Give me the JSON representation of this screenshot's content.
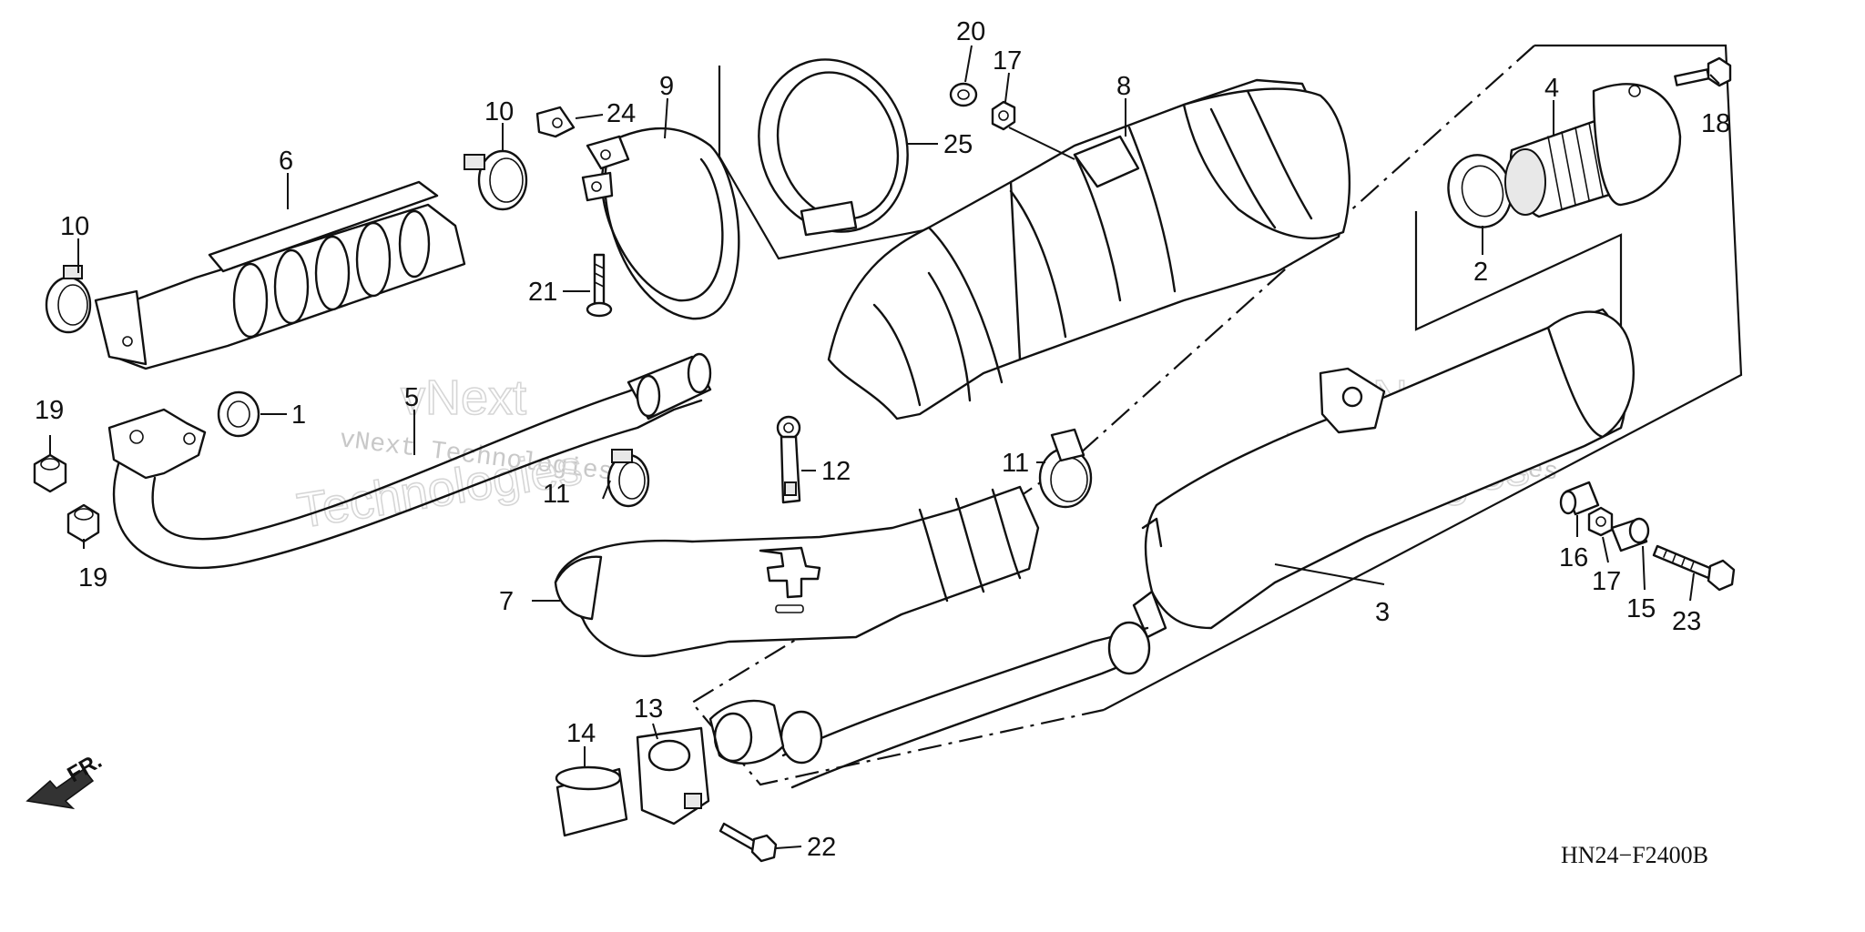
{
  "diagram": {
    "code": "HN24−F2400B",
    "direction_label": "FR.",
    "watermark_small": "vNext Technologies",
    "watermark_big_top": "vNext",
    "watermark_big_bottom": "Technologies",
    "callouts": {
      "c1": "1",
      "c2": "2",
      "c3": "3",
      "c4": "4",
      "c5": "5",
      "c6": "6",
      "c7": "7",
      "c8": "8",
      "c9": "9",
      "c10a": "10",
      "c10b": "10",
      "c11a": "11",
      "c11b": "11",
      "c12": "12",
      "c13": "13",
      "c14": "14",
      "c15": "15",
      "c16": "16",
      "c17a": "17",
      "c17b": "17",
      "c18": "18",
      "c19a": "19",
      "c19b": "19",
      "c20": "20",
      "c21": "21",
      "c22": "22",
      "c23": "23",
      "c24": "24",
      "c25": "25"
    }
  }
}
